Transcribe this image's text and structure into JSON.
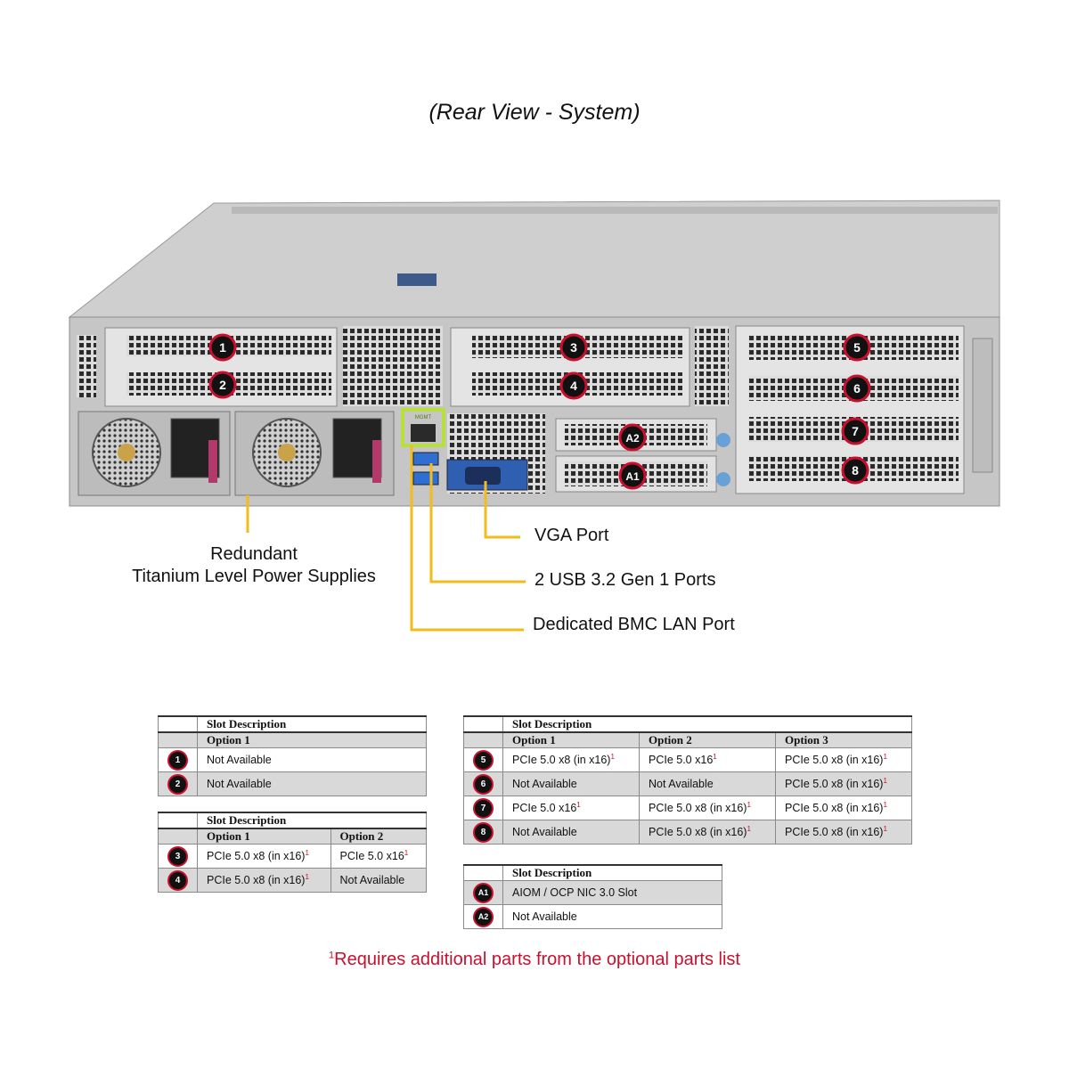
{
  "title": "(Rear View - System)",
  "colors": {
    "accent_red": "#c8102e",
    "callout_yellow": "#f2bd1a",
    "chassis_gray": "#c9c9c9"
  },
  "chassis": {
    "slot_badges": [
      "1",
      "2",
      "3",
      "4",
      "5",
      "6",
      "7",
      "8",
      "A2",
      "A1"
    ],
    "mgmt_label": "MGMT"
  },
  "callouts": {
    "psu": [
      "Redundant",
      "Titanium Level Power Supplies"
    ],
    "vga": "VGA Port",
    "usb": "2 USB 3.2 Gen 1 Ports",
    "bmc": "Dedicated BMC LAN Port"
  },
  "tables": {
    "t12": {
      "header": "Slot Description",
      "options": [
        "Option 1"
      ],
      "rows": [
        {
          "slot": "1",
          "cells": [
            "Not Available"
          ]
        },
        {
          "slot": "2",
          "cells": [
            "Not Available"
          ]
        }
      ]
    },
    "t34": {
      "header": "Slot Description",
      "options": [
        "Option 1",
        "Option 2"
      ],
      "rows": [
        {
          "slot": "3",
          "cells": [
            "PCIe 5.0 x8 (in x16)",
            "PCIe 5.0 x16"
          ]
        },
        {
          "slot": "4",
          "cells": [
            "PCIe 5.0 x8 (in x16)",
            "Not Available"
          ]
        }
      ]
    },
    "t58": {
      "header": "Slot Description",
      "options": [
        "Option 1",
        "Option 2",
        "Option 3"
      ],
      "rows": [
        {
          "slot": "5",
          "cells": [
            "PCIe 5.0 x8 (in x16)",
            "PCIe 5.0 x16",
            "PCIe 5.0 x8 (in x16)"
          ]
        },
        {
          "slot": "6",
          "cells": [
            "Not Available",
            "Not Available",
            "PCIe 5.0 x8 (in x16)"
          ]
        },
        {
          "slot": "7",
          "cells": [
            "PCIe 5.0 x16",
            "PCIe 5.0 x8 (in x16)",
            "PCIe 5.0 x8 (in x16)"
          ]
        },
        {
          "slot": "8",
          "cells": [
            "Not Available",
            "PCIe 5.0 x8 (in x16)",
            "PCIe 5.0 x8 (in x16)"
          ]
        }
      ]
    },
    "tA": {
      "header": "Slot Description",
      "rows": [
        {
          "slot": "A1",
          "cells": [
            "AIOM / OCP NIC 3.0 Slot"
          ]
        },
        {
          "slot": "A2",
          "cells": [
            "Not Available"
          ]
        }
      ]
    },
    "footnote_mark": "1"
  },
  "footnote": {
    "mark": "1",
    "text": "Requires additional parts from the optional parts list"
  }
}
